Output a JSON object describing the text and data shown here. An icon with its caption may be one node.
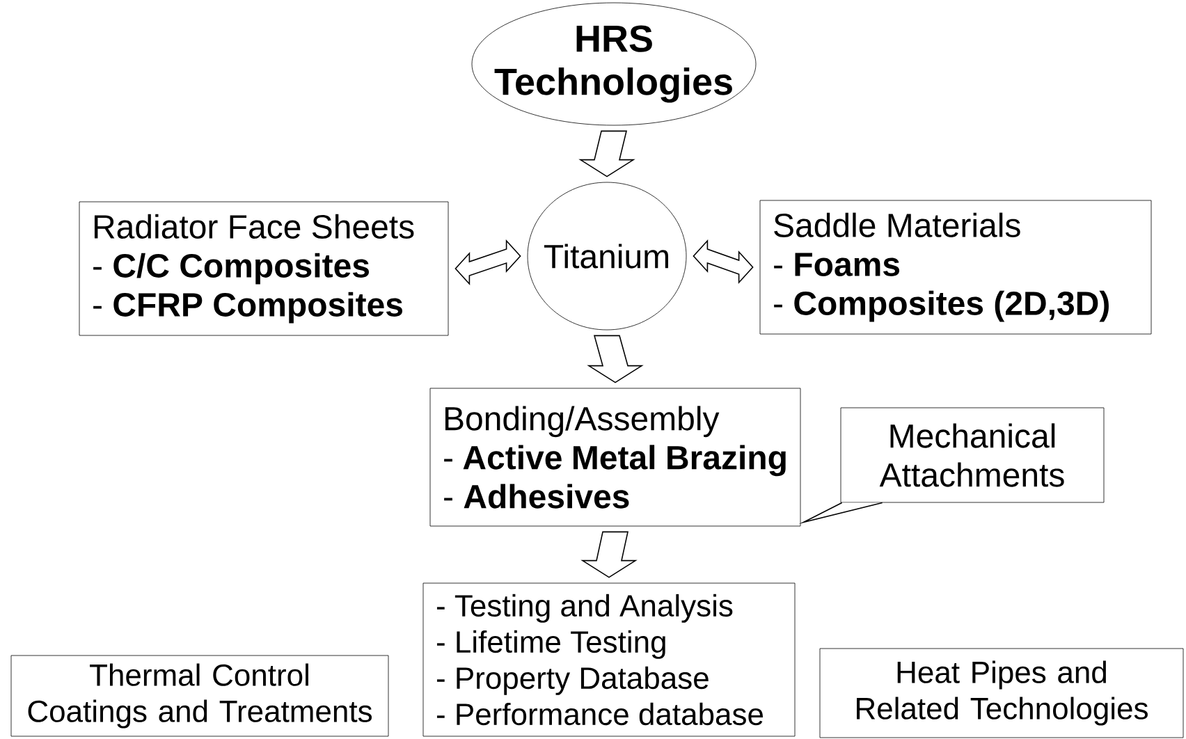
{
  "diagram": {
    "nodes": [
      {
        "text": [
          "HRS Technologies"
        ]
      },
      {
        "text": [
          "Titanium"
        ]
      },
      {
        "text": [
          "Radiator Face Sheets",
          "- **C/C Composites**",
          "- **CFRP Composites**"
        ]
      },
      {
        "text": [
          "Saddle Materials",
          "- **Foams**",
          "- **Composites (2D,3D)**"
        ]
      },
      {
        "text": [
          "Bonding/Assembly",
          "- **Active Metal Brazing**",
          "- **Adhesives**"
        ]
      },
      {
        "text": [
          "Mechanical Attachments"
        ]
      },
      {
        "text": [
          "- Testing and Analysis",
          "- Lifetime Testing",
          "- Property Database",
          "- Performance database"
        ]
      },
      {
        "text": [
          "Thermal Control Coatings and Treatments"
        ]
      },
      {
        "text": [
          "Heat Pipes and Related Technologies"
        ]
      }
    ],
    "edges": [
      {
        "from": 0,
        "to": 1,
        "arrow": "to"
      },
      {
        "from": 1,
        "to": 2,
        "arrow": "both"
      },
      {
        "from": 1,
        "to": 3,
        "arrow": "both"
      },
      {
        "from": 1,
        "to": 4,
        "arrow": "to"
      },
      {
        "from": 5,
        "to": 4,
        "arrow": "none"
      },
      {
        "from": 4,
        "to": 6,
        "arrow": "to"
      }
    ]
  }
}
